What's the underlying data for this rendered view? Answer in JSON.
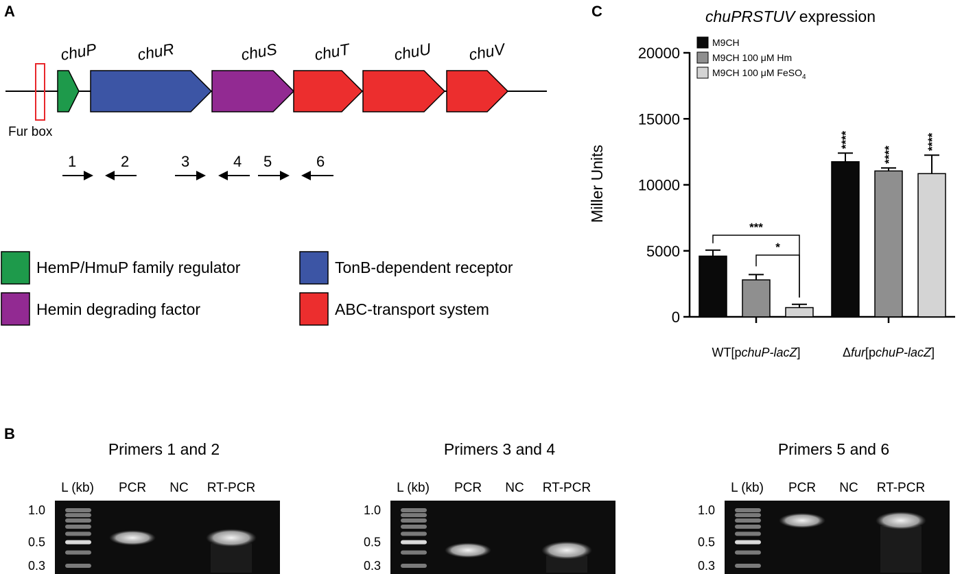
{
  "panel_a": {
    "letter": "A",
    "fur_box_label": "Fur box",
    "genes": [
      {
        "name": "chuP",
        "color": "#1e9a4b"
      },
      {
        "name": "chuR",
        "color": "#3c55a5"
      },
      {
        "name": "chuS",
        "color": "#922a92"
      },
      {
        "name": "chuT",
        "color": "#ec2e2e"
      },
      {
        "name": "chuU",
        "color": "#ec2e2e"
      },
      {
        "name": "chuV",
        "color": "#ec2e2e"
      }
    ],
    "primers": [
      {
        "num": "1",
        "direction": "right"
      },
      {
        "num": "2",
        "direction": "left"
      },
      {
        "num": "3",
        "direction": "right"
      },
      {
        "num": "4",
        "direction": "left"
      },
      {
        "num": "5",
        "direction": "right"
      },
      {
        "num": "6",
        "direction": "left"
      }
    ],
    "legend": [
      {
        "label": "HemP/HmuP family regulator",
        "color": "#1e9a4b"
      },
      {
        "label": "TonB-dependent receptor",
        "color": "#3c55a5"
      },
      {
        "label": "Hemin degrading factor",
        "color": "#922a92"
      },
      {
        "label": "ABC-transport system",
        "color": "#ec2e2e"
      }
    ]
  },
  "panel_b": {
    "letter": "B",
    "gels": [
      {
        "title": "Primers 1 and 2",
        "pcr_band": 0.55,
        "rt_band": 0.55
      },
      {
        "title": "Primers 3 and 4",
        "pcr_band": 0.42,
        "rt_band": 0.42
      },
      {
        "title": "Primers 5 and 6",
        "pcr_band": 0.8,
        "rt_band": 0.8
      }
    ],
    "lanes": [
      "L (kb)",
      "PCR",
      "NC",
      "RT-PCR"
    ],
    "markers": [
      "1.0",
      "0.5",
      "0.3"
    ]
  },
  "chart_data": {
    "type": "bar",
    "panel_letter": "C",
    "title_italic": "chuPRSTUV",
    "title_rest": " expression",
    "ylabel": "Miller Units",
    "ylim": [
      0,
      20000
    ],
    "yticks": [
      "0",
      "5000",
      "10000",
      "15000",
      "20000"
    ],
    "categories": [
      {
        "pre": "WT[p",
        "italic": "chuP-lacZ",
        "post": "]"
      },
      {
        "pre": "Δ",
        "italic1": "fur",
        "mid": "[p",
        "italic": "chuP-lacZ",
        "post": "]"
      }
    ],
    "series": [
      {
        "name": "M9CH",
        "color": "#0a0a0a",
        "values": [
          4600,
          11750
        ],
        "errors": [
          450,
          650
        ]
      },
      {
        "name": "M9CH 100 μM Hm",
        "color": "#8f8f8f",
        "values": [
          2800,
          11050
        ],
        "errors": [
          400,
          230
        ]
      },
      {
        "name_pre": "M9CH 100 μM FeSO",
        "name_sub": "4",
        "color": "#d4d4d4",
        "values": [
          700,
          10850
        ],
        "errors": [
          250,
          1400
        ]
      }
    ],
    "significance": {
      "wt_outer": "***",
      "wt_inner": "*",
      "fur": "****"
    }
  }
}
